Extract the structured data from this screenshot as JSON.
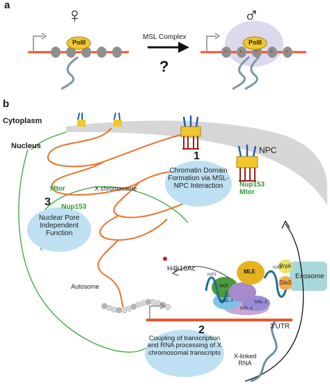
{
  "panel_a": {
    "label": "a",
    "female_symbol": "♀",
    "male_symbol": "♂",
    "arrow_label": "MSL Complex",
    "question": "?",
    "pol_label_left": "PolII",
    "pol_label_right": "PolII"
  },
  "panel_b": {
    "label": "b",
    "cytoplasm": "Cytoplasm",
    "nucleus": "Nucleus",
    "npc": "NPC",
    "x_chromosome": "X chromosome",
    "autosome": "Autosome",
    "mtor_left": "Mtor",
    "nup153_left": "Nup153",
    "nup153_right": "Nup153",
    "mtor_right": "Mtor",
    "box1": {
      "number": "1",
      "text": "Chromatin Domain Formation via MSL-NPC Interaction"
    },
    "box2": {
      "number": "2",
      "text": "Coupling of transcription and RNA processing of X chromosomal transcripts"
    },
    "box3": {
      "number": "3",
      "text": "Nuclear Pore Independent Function"
    },
    "h4k16ac": "H4k16Ac",
    "utr": "3'UTR",
    "xlinked_rna": "X-linked RNA",
    "exosome": "Exosome",
    "rrp6": "Rrp6",
    "dis3": "Dis3",
    "mle": "MLE",
    "mof": "MOF",
    "msl3": "MSL-3",
    "msl1": "MSL-1",
    "msl2": "MSL-2",
    "rox1": "roX1",
    "rox2": "roX2",
    "colors": {
      "chromatin": "#e8722a",
      "nuclear_envelope": "#d6d6d6",
      "boxes": "#bfe0f2",
      "green_line": "#3aa33a",
      "rna": "#6b8fa0"
    }
  }
}
